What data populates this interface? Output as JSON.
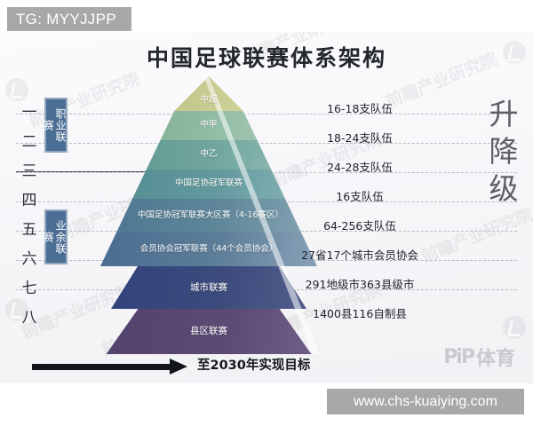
{
  "top_banner": {
    "text": "TG: MYYJJPP"
  },
  "bottom_banner": {
    "url": "www.chs-kuaiying.com"
  },
  "infographic": {
    "title": "中国足球联赛体系架构",
    "updown_label": "升降级",
    "goal_text": "至2030年实现目标",
    "logo": {
      "mark": "PiP",
      "text": "体育"
    },
    "row_numbers": [
      "一",
      "二",
      "三",
      "四",
      "五",
      "六",
      "七",
      "八"
    ],
    "categories": [
      {
        "label": "职业联赛",
        "color": "#4c6e95"
      },
      {
        "label": "业余联赛",
        "color": "#4c6e95"
      }
    ],
    "tiers": [
      {
        "name": "中超",
        "note": "16-18支队伍",
        "color": "#cbcf95"
      },
      {
        "name": "中甲",
        "note": "18-24支队伍",
        "color": "#8fbba1"
      },
      {
        "name": "中乙",
        "note": "24-28支队伍",
        "color": "#6fa79b"
      },
      {
        "name": "中国足协冠军联赛",
        "note": "16支队伍",
        "color": "#5f9a9b"
      },
      {
        "name": "中国足协冠军联赛大区赛（4-16赛区）",
        "note": "64-256支队伍",
        "color": "#5c8396"
      },
      {
        "name": "会员协会冠军联赛（44个会员协会）",
        "note": "27省17个城市会员协会",
        "color": "#5b7c97"
      },
      {
        "name": "城市联赛",
        "note": "291地级市363县级市",
        "color": "#3c4b7c"
      },
      {
        "name": "县区联赛",
        "note": "1400县116自制县",
        "color": "#5b4a74"
      }
    ],
    "watermark_text": "前瞻产业研究院"
  }
}
